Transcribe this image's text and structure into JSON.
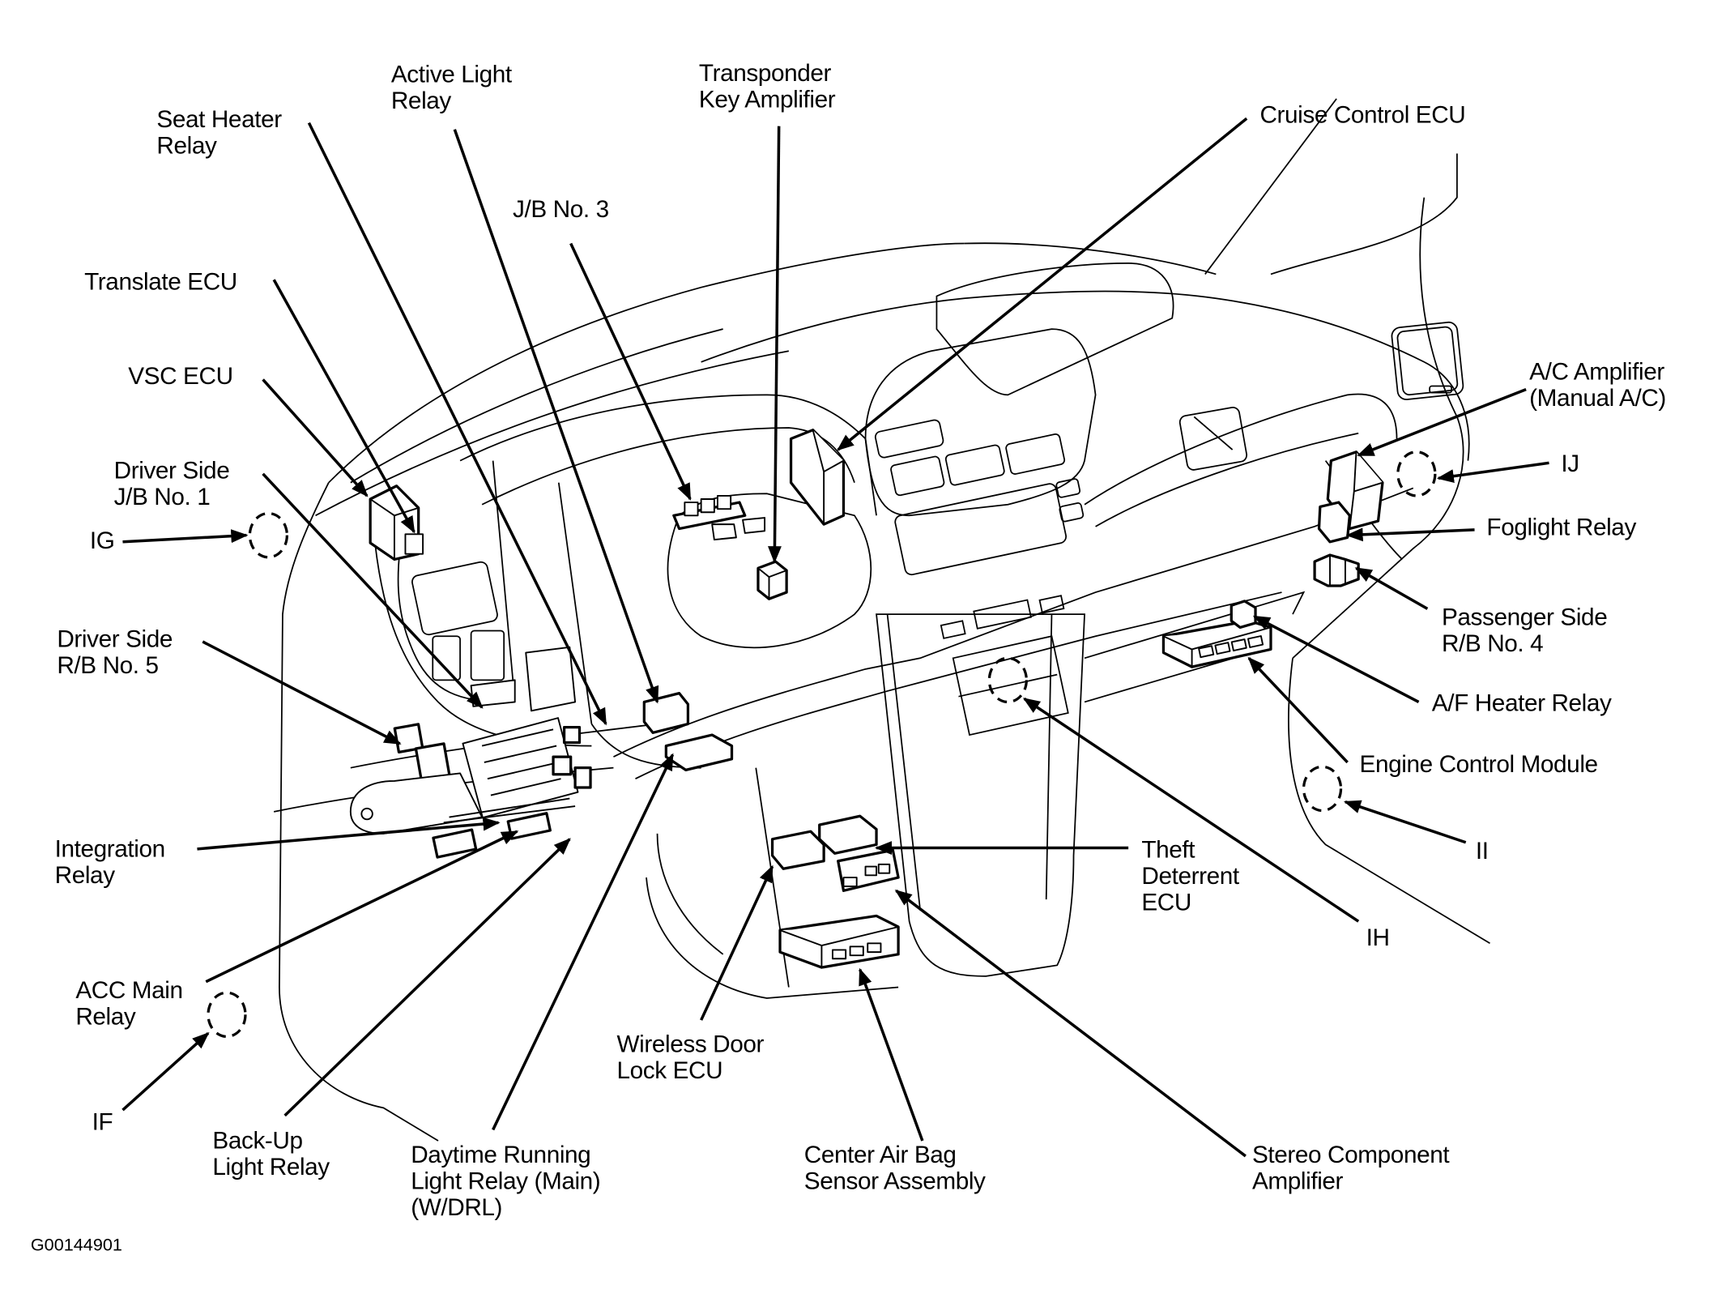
{
  "figure_id": "G00144901",
  "callouts": [
    {
      "id": "active-light-relay",
      "lines": [
        "Active Light",
        "Relay"
      ]
    },
    {
      "id": "transponder-key-amplifier",
      "lines": [
        "Transponder",
        "Key Amplifier"
      ]
    },
    {
      "id": "seat-heater-relay",
      "lines": [
        "Seat Heater",
        "Relay"
      ]
    },
    {
      "id": "cruise-control-ecu",
      "lines": [
        "Cruise Control ECU"
      ]
    },
    {
      "id": "jb-no-3",
      "lines": [
        "J/B No. 3"
      ]
    },
    {
      "id": "translate-ecu",
      "lines": [
        "Translate ECU"
      ]
    },
    {
      "id": "vsc-ecu",
      "lines": [
        "VSC ECU"
      ]
    },
    {
      "id": "ac-amplifier",
      "lines": [
        "A/C Amplifier",
        "(Manual A/C)"
      ]
    },
    {
      "id": "driver-side-jb-no-1",
      "lines": [
        "Driver Side",
        "J/B No. 1"
      ]
    },
    {
      "id": "ij",
      "lines": [
        "IJ"
      ]
    },
    {
      "id": "ig",
      "lines": [
        "IG"
      ]
    },
    {
      "id": "foglight-relay",
      "lines": [
        "Foglight Relay"
      ]
    },
    {
      "id": "passenger-side-rb-no-4",
      "lines": [
        "Passenger Side",
        "R/B No. 4"
      ]
    },
    {
      "id": "driver-side-rb-no-5",
      "lines": [
        "Driver Side",
        "R/B No. 5"
      ]
    },
    {
      "id": "af-heater-relay",
      "lines": [
        "A/F Heater Relay"
      ]
    },
    {
      "id": "engine-control-module",
      "lines": [
        "Engine Control Module"
      ]
    },
    {
      "id": "integration-relay",
      "lines": [
        "Integration",
        "Relay"
      ]
    },
    {
      "id": "theft-deterrent-ecu",
      "lines": [
        "Theft",
        "Deterrent",
        "ECU"
      ]
    },
    {
      "id": "ii",
      "lines": [
        "II"
      ]
    },
    {
      "id": "ih",
      "lines": [
        "IH"
      ]
    },
    {
      "id": "acc-main-relay",
      "lines": [
        "ACC Main",
        "Relay"
      ]
    },
    {
      "id": "wireless-door-lock-ecu",
      "lines": [
        "Wireless Door",
        "Lock ECU"
      ]
    },
    {
      "id": "if",
      "lines": [
        "IF"
      ]
    },
    {
      "id": "back-up-light-relay",
      "lines": [
        "Back-Up",
        "Light Relay"
      ]
    },
    {
      "id": "daytime-running-light-relay",
      "lines": [
        "Daytime Running",
        "Light Relay (Main)",
        "(W/DRL)"
      ]
    },
    {
      "id": "center-air-bag-sensor",
      "lines": [
        "Center Air Bag",
        "Sensor Assembly"
      ]
    },
    {
      "id": "stereo-component-amplifier",
      "lines": [
        "Stereo Component",
        "Amplifier"
      ]
    }
  ]
}
